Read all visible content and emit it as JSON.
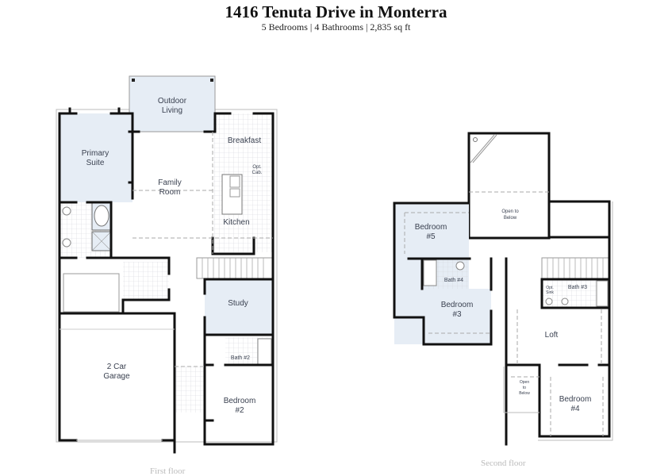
{
  "header": {
    "title": "1416 Tenuta Drive in Monterra",
    "subtitle": "5 Bedrooms | 4 Bathrooms | 2,835 sq ft"
  },
  "colors": {
    "shaded_room": "#e6edf5",
    "wall": "#111111",
    "tile": "#cfd3d8",
    "label": "#3a4150",
    "floor_caption": "#bbbbbb"
  },
  "first_floor": {
    "caption": "First floor",
    "rooms": {
      "outdoor_living": [
        "Outdoor",
        "Living"
      ],
      "primary_suite": [
        "Primary",
        "Suite"
      ],
      "family_room": [
        "Family",
        "Room"
      ],
      "breakfast": "Breakfast",
      "opt_cab": [
        "Opt.",
        "Cab."
      ],
      "kitchen": "Kitchen",
      "study": "Study",
      "bath2": "Bath #2",
      "garage": [
        "2 Car",
        "Garage"
      ],
      "bedroom2": [
        "Bedroom",
        "#2"
      ]
    }
  },
  "second_floor": {
    "caption": "Second floor",
    "rooms": {
      "open_to_below_top": [
        "Open to",
        "Below"
      ],
      "bedroom5": [
        "Bedroom",
        "#5"
      ],
      "bath4": "Bath #4",
      "bedroom3": [
        "Bedroom",
        "#3"
      ],
      "opt_sink": [
        "Opt.",
        "Sink"
      ],
      "bath3": "Bath #3",
      "loft": "Loft",
      "open_to_below_small": [
        "Open",
        "to",
        "Below"
      ],
      "bedroom4": [
        "Bedroom",
        "#4"
      ]
    }
  }
}
